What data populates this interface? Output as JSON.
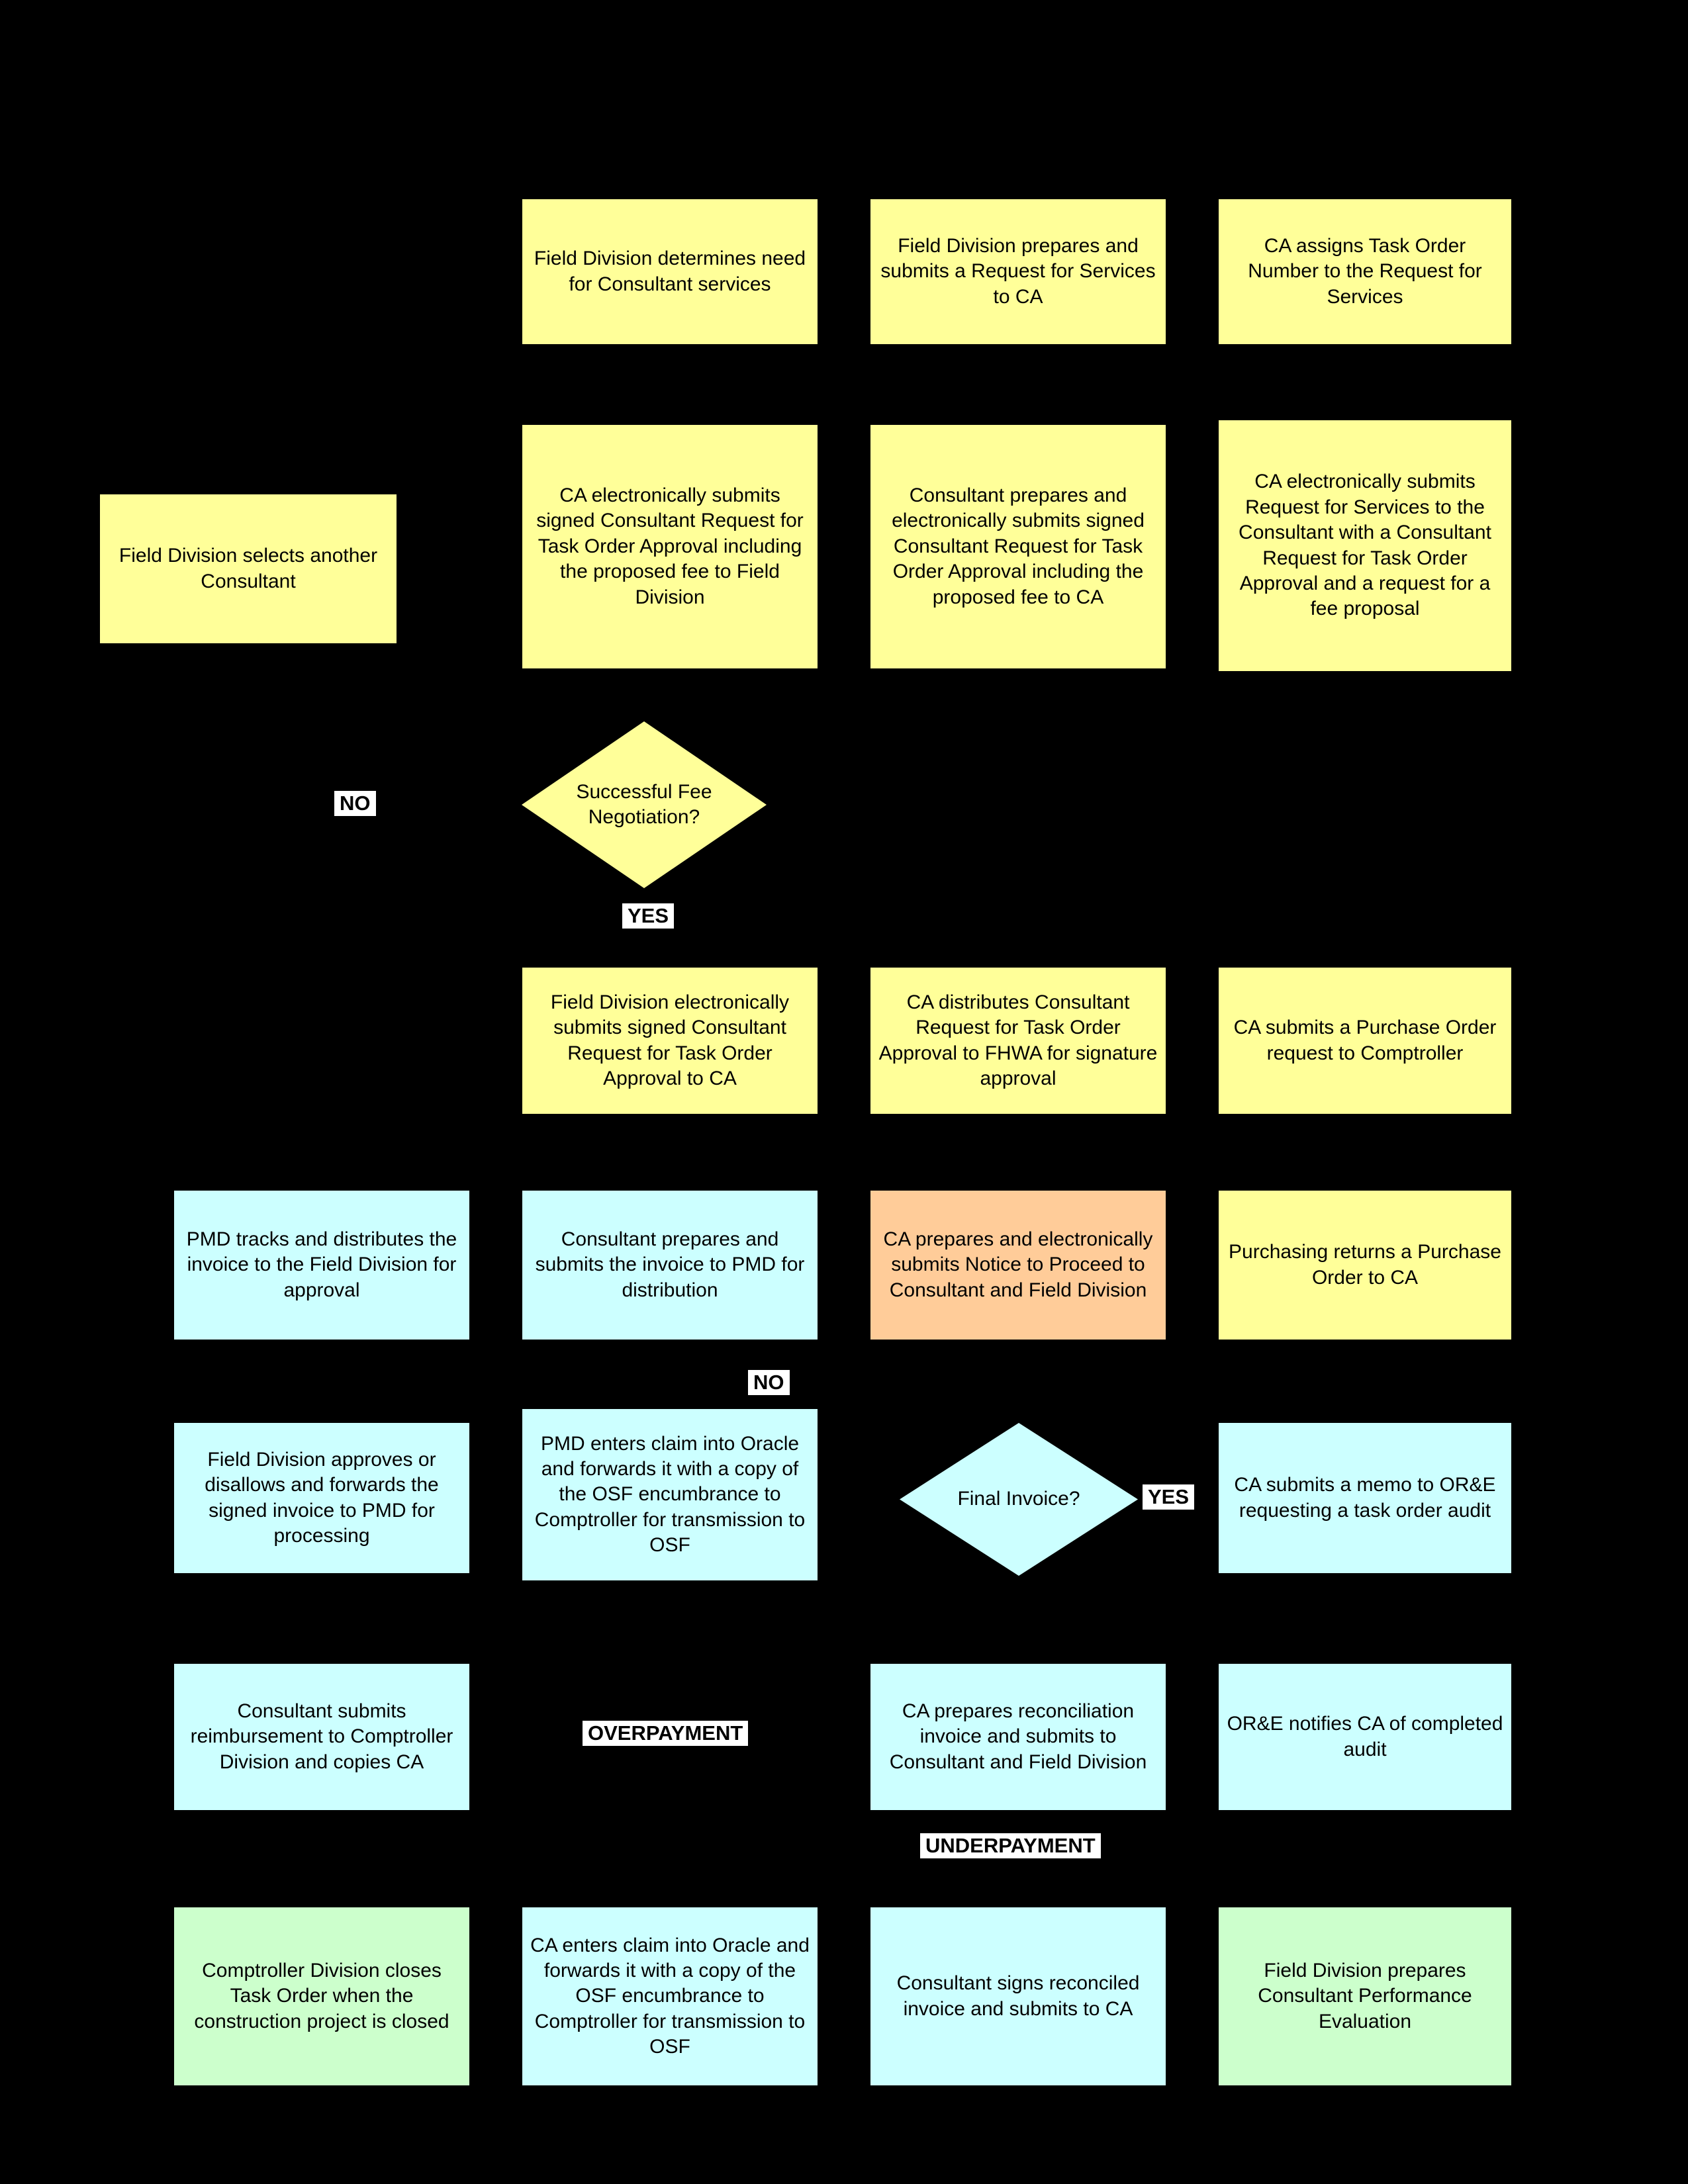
{
  "diagram": {
    "background_color": "#000000",
    "colors": {
      "process_yellow": "#FFFF99",
      "process_blue": "#CCFFFF",
      "process_orange": "#FFCC99",
      "process_green": "#CCFFCC",
      "label_background": "#FFFFFF",
      "text": "#000000"
    },
    "boxes": [
      {
        "id": "field-division-determines-need",
        "color": "yellow",
        "text": "Field Division determines need for Consultant services"
      },
      {
        "id": "field-division-prepares-request",
        "color": "yellow",
        "text": "Field Division prepares and submits a Request for Services to CA"
      },
      {
        "id": "ca-assigns-task-order-number",
        "color": "yellow",
        "text": "CA assigns Task Order Number to the Request for Services"
      },
      {
        "id": "field-division-selects-another-consultant",
        "color": "yellow",
        "text": "Field Division selects another Consultant"
      },
      {
        "id": "ca-submits-signed-request-to-field-division",
        "color": "yellow",
        "text": "CA electronically submits signed Consultant Request for Task Order Approval including the proposed fee to Field Division"
      },
      {
        "id": "consultant-prepares-submits-signed-request",
        "color": "yellow",
        "text": "Consultant prepares and electronically submits signed Consultant Request for Task Order Approval including the proposed fee to CA"
      },
      {
        "id": "ca-submits-request-for-services-to-consultant",
        "color": "yellow",
        "text": "CA electronically submits Request for Services to the Consultant with a Consultant Request for Task Order Approval and a request for a fee proposal"
      },
      {
        "id": "field-division-submits-signed-request-to-ca",
        "color": "yellow",
        "text": "Field Division electronically submits signed Consultant Request for Task Order Approval to CA"
      },
      {
        "id": "ca-distributes-request-to-fhwa",
        "color": "yellow",
        "text": "CA distributes Consultant Request for Task Order Approval to FHWA for signature approval"
      },
      {
        "id": "ca-submits-purchase-order-request",
        "color": "yellow",
        "text": "CA submits a Purchase Order request to Comptroller"
      },
      {
        "id": "pmd-tracks-distributes-invoice",
        "color": "blue",
        "text": "PMD tracks and distributes the invoice to the Field Division for approval"
      },
      {
        "id": "consultant-prepares-submits-invoice",
        "color": "blue",
        "text": "Consultant prepares and submits the invoice to PMD for distribution"
      },
      {
        "id": "ca-notice-to-proceed",
        "color": "orange",
        "text": "CA prepares and electronically submits Notice to Proceed to Consultant and Field Division"
      },
      {
        "id": "purchasing-returns-purchase-order",
        "color": "yellow",
        "text": "Purchasing returns a Purchase Order to CA"
      },
      {
        "id": "field-division-approves-disallows-invoice",
        "color": "blue",
        "text": "Field Division approves or disallows and forwards the signed invoice to PMD for processing"
      },
      {
        "id": "pmd-enters-claim-into-oracle",
        "color": "blue",
        "text": "PMD enters claim into Oracle and forwards it with a copy of the OSF encumbrance to Comptroller for transmission to OSF"
      },
      {
        "id": "ca-memo-ore-task-order-audit",
        "color": "blue",
        "text": "CA submits a memo to OR&E requesting a task order audit"
      },
      {
        "id": "consultant-submits-reimbursement",
        "color": "blue",
        "text": "Consultant submits reimbursement to Comptroller Division and copies CA"
      },
      {
        "id": "ca-prepares-reconciliation-invoice",
        "color": "blue",
        "text": "CA prepares reconciliation invoice and submits to Consultant and Field Division"
      },
      {
        "id": "ore-notifies-ca-completed-audit",
        "color": "blue",
        "text": "OR&E notifies CA of completed audit"
      },
      {
        "id": "comptroller-closes-task-order",
        "color": "green",
        "text": "Comptroller Division closes Task Order when the construction project is closed"
      },
      {
        "id": "ca-enters-claim-into-oracle",
        "color": "blue",
        "text": "CA enters claim into Oracle and forwards it with a copy of the OSF encumbrance to Comptroller for transmission to OSF"
      },
      {
        "id": "consultant-signs-reconciled-invoice",
        "color": "blue",
        "text": "Consultant signs reconciled invoice and submits to CA"
      },
      {
        "id": "field-division-performance-evaluation",
        "color": "green",
        "text": "Field Division prepares Consultant Performance Evaluation"
      }
    ],
    "decisions": [
      {
        "id": "successful-fee-negotiation",
        "color": "yellow",
        "text": "Successful Fee Negotiation?"
      },
      {
        "id": "final-invoice",
        "color": "blue",
        "text": "Final Invoice?"
      }
    ],
    "edge_labels": [
      {
        "id": "no-fee-negotiation",
        "text": "NO"
      },
      {
        "id": "yes-fee-negotiation",
        "text": "YES"
      },
      {
        "id": "no-final-invoice",
        "text": "NO"
      },
      {
        "id": "yes-final-invoice",
        "text": "YES"
      },
      {
        "id": "overpayment",
        "text": "OVERPAYMENT"
      },
      {
        "id": "underpayment",
        "text": "UNDERPAYMENT"
      }
    ]
  }
}
